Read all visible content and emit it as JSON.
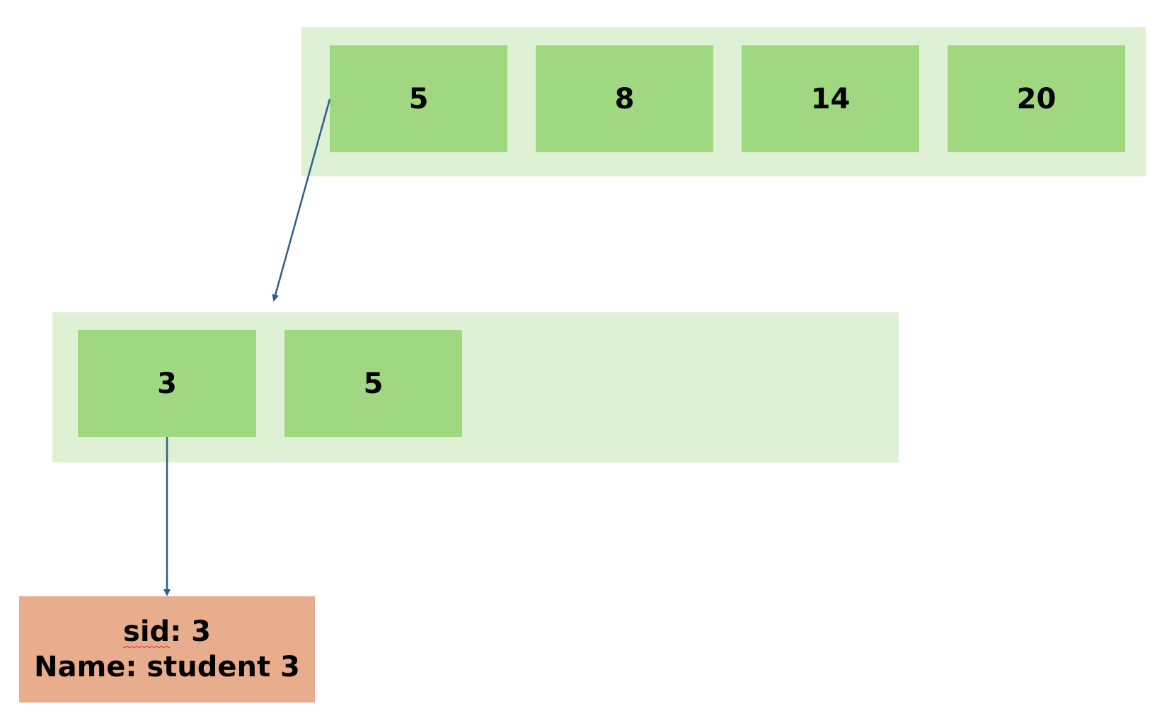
{
  "top_node": {
    "keys": [
      "5",
      "8",
      "14",
      "20"
    ]
  },
  "child_node": {
    "keys": [
      "3",
      "5"
    ]
  },
  "record": {
    "sid_label": "sid",
    "sid_value": ": 3",
    "name_line": "Name: student 3"
  },
  "colors": {
    "node_bg": "#dff1d5",
    "key_bg": "#a0d882",
    "record_bg": "#e8ad8c",
    "arrow": "#2d5f86"
  }
}
